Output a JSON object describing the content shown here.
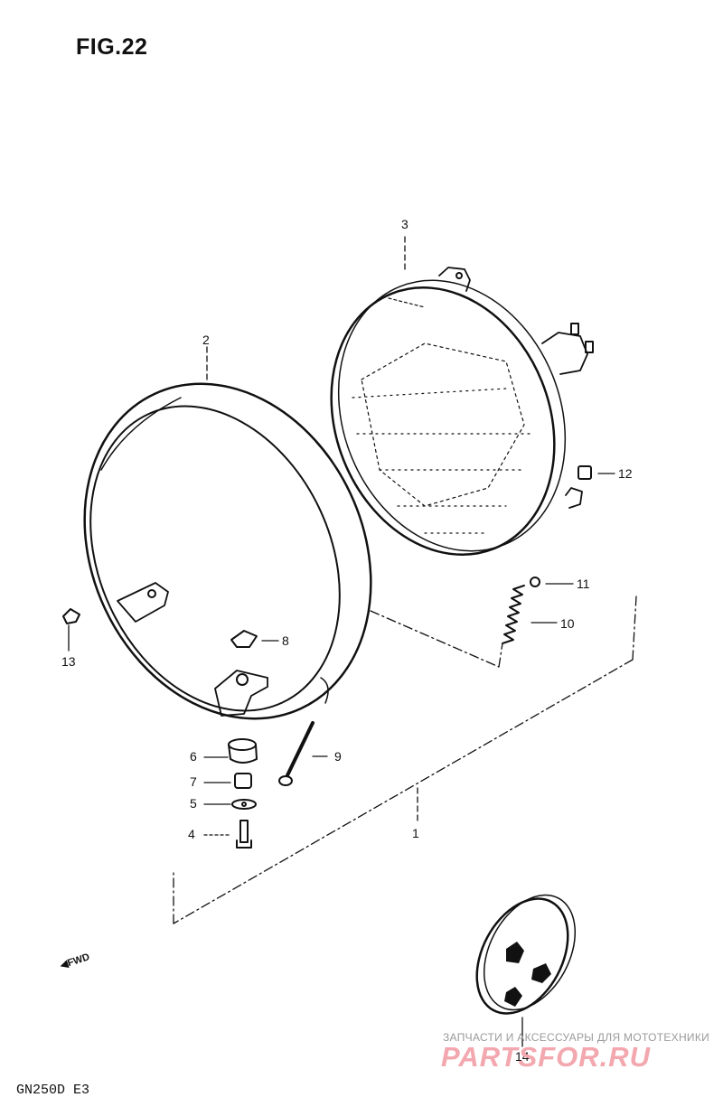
{
  "figure": {
    "title": "FIG.22",
    "model_code": "GN250D  E3"
  },
  "callouts": [
    {
      "id": "1",
      "label": "1"
    },
    {
      "id": "2",
      "label": "2"
    },
    {
      "id": "3",
      "label": "3"
    },
    {
      "id": "4",
      "label": "4"
    },
    {
      "id": "5",
      "label": "5"
    },
    {
      "id": "6",
      "label": "6"
    },
    {
      "id": "7",
      "label": "7"
    },
    {
      "id": "8",
      "label": "8"
    },
    {
      "id": "9",
      "label": "9"
    },
    {
      "id": "10",
      "label": "10"
    },
    {
      "id": "11",
      "label": "11"
    },
    {
      "id": "12",
      "label": "12"
    },
    {
      "id": "13",
      "label": "13"
    },
    {
      "id": "14",
      "label": "14"
    }
  ],
  "direction_marker": {
    "label": "FWD",
    "icon": "forward-arrow-icon"
  },
  "watermark": {
    "tagline": "ЗАПЧАСТИ И АКСЕССУАРЫ ДЛЯ МОТОТЕХНИКИ",
    "brand": "PARTSFOR.RU",
    "brand_color": "#f3a7ae"
  }
}
